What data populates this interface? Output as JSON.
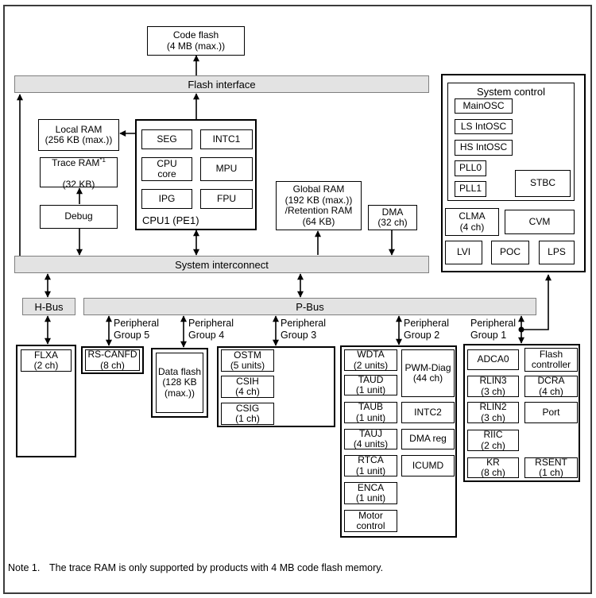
{
  "buses": {
    "flash_interface": "Flash interface",
    "system_interconnect": "System interconnect",
    "h_bus": "H-Bus",
    "p_bus": "P-Bus"
  },
  "memory": {
    "code_flash": "Code flash\n(4 MB (max.))",
    "local_ram": "Local RAM\n(256 KB (max.))",
    "trace_ram": {
      "name": "Trace RAM",
      "sup": "*1",
      "size": "(32 KB)"
    },
    "global_ram": "Global RAM\n(192 KB (max.))\n/Retention RAM\n(64 KB)",
    "data_flash": "Data flash\n(128 KB\n(max.))"
  },
  "debug": "Debug",
  "dma": "DMA\n(32 ch)",
  "cpu1": {
    "label": "CPU1 (PE1)",
    "seg": "SEG",
    "intc1": "INTC1",
    "cpu_core": "CPU\ncore",
    "mpu": "MPU",
    "ipg": "IPG",
    "fpu": "FPU"
  },
  "system_control": {
    "label": "System control",
    "main_osc": "MainOSC",
    "ls_intosc": "LS IntOSC",
    "hs_intosc": "HS IntOSC",
    "pll0": "PLL0",
    "pll1": "PLL1",
    "stbc": "STBC",
    "clma": "CLMA\n(4 ch)",
    "cvm": "CVM",
    "lvi": "LVI",
    "poc": "POC",
    "lps": "LPS"
  },
  "groups": {
    "labels": {
      "g5": "Peripheral\nGroup 5",
      "g4": "Peripheral\nGroup 4",
      "g3": "Peripheral\nGroup 3",
      "g2": "Peripheral\nGroup 2",
      "g1": "Peripheral\nGroup 1"
    },
    "h_bus_block": "FLXA\n(2 ch)",
    "g5_block": "RS-CANFD\n(8 ch)",
    "g3_items": [
      "OSTM\n(5 units)",
      "CSIH\n(4 ch)",
      "CSIG\n(1 ch)"
    ],
    "g2_left": [
      "WDTA\n(2 units)",
      "TAUD\n(1 unit)",
      "TAUB\n(1 unit)",
      "TAUJ\n(4 units)",
      "RTCA\n(1 unit)",
      "ENCA\n(1 unit)",
      "Motor\ncontrol"
    ],
    "g2_right": [
      "PWM-Diag\n(44 ch)",
      "INTC2",
      "DMA reg",
      "ICUMD"
    ],
    "g1_left": [
      "ADCA0",
      "RLIN3\n(3 ch)",
      "RLIN2\n(3 ch)",
      "RIIC\n(2 ch)",
      "KR\n(8 ch)"
    ],
    "g1_right": [
      "Flash\ncontroller",
      "DCRA\n(4 ch)",
      "Port",
      "RSENT\n(1 ch)"
    ]
  },
  "note": {
    "label": "Note 1.",
    "text": "The trace RAM is only supported by products with 4 MB code flash memory."
  },
  "colors": {
    "bus_fill": "#e3e3e3",
    "bus_border": "#7f7f7f",
    "line": "#000000"
  }
}
